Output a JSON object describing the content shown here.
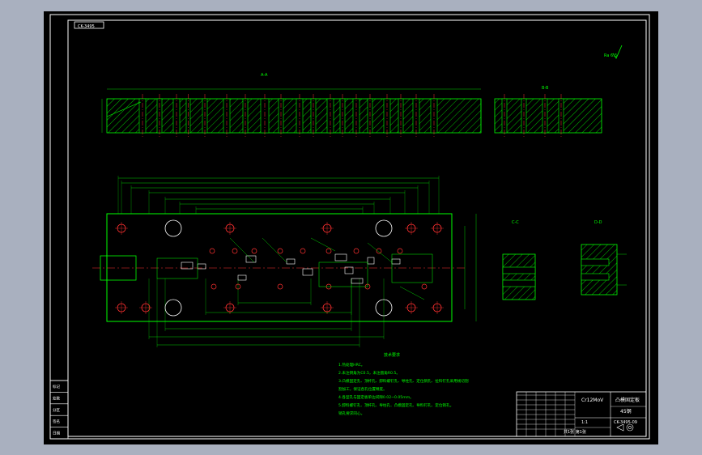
{
  "drawing": {
    "code_box": "CK-3495",
    "roughness": "Ra 6.3",
    "section_labels": {
      "top_view": "A-A",
      "side_view": "B-B",
      "section_c": "C-C",
      "section_d": "D-D"
    },
    "notes": {
      "title": "技术要求",
      "lines": [
        "1.热处理HRC。",
        "2.未注倒角为C0.5，未注圆角R0.5。",
        "3.凸模固定孔、顶杆孔、卸料螺钉孔、导柱孔、定位销孔、拉料钉孔采用线切割",
        "割加工，保证各孔位置精度。",
        "4.各型孔与固定板单边间隙0.02~0.05mm。",
        "5.卸料螺钉孔、顶杆孔、导柱孔、凸模固定孔、导料钉孔、定位销孔。",
        "销孔要求同心。"
      ]
    },
    "title_block": {
      "part_name": "凸模固定板",
      "material": "45钢",
      "drawing_no": "CK-3495-09",
      "scale": "1:1",
      "sheet": "共1张 第1张",
      "mark": "Cr12MoV"
    },
    "revision_box": {
      "rows": [
        "标记",
        "处数",
        "分区",
        "签名",
        "日期"
      ]
    },
    "colors": {
      "background": "#000000",
      "frame": "#ffffff",
      "outline": "#00ff00",
      "centerline": "#ff3030",
      "hatch": "#00ff00",
      "dimension": "#00ff00"
    }
  }
}
